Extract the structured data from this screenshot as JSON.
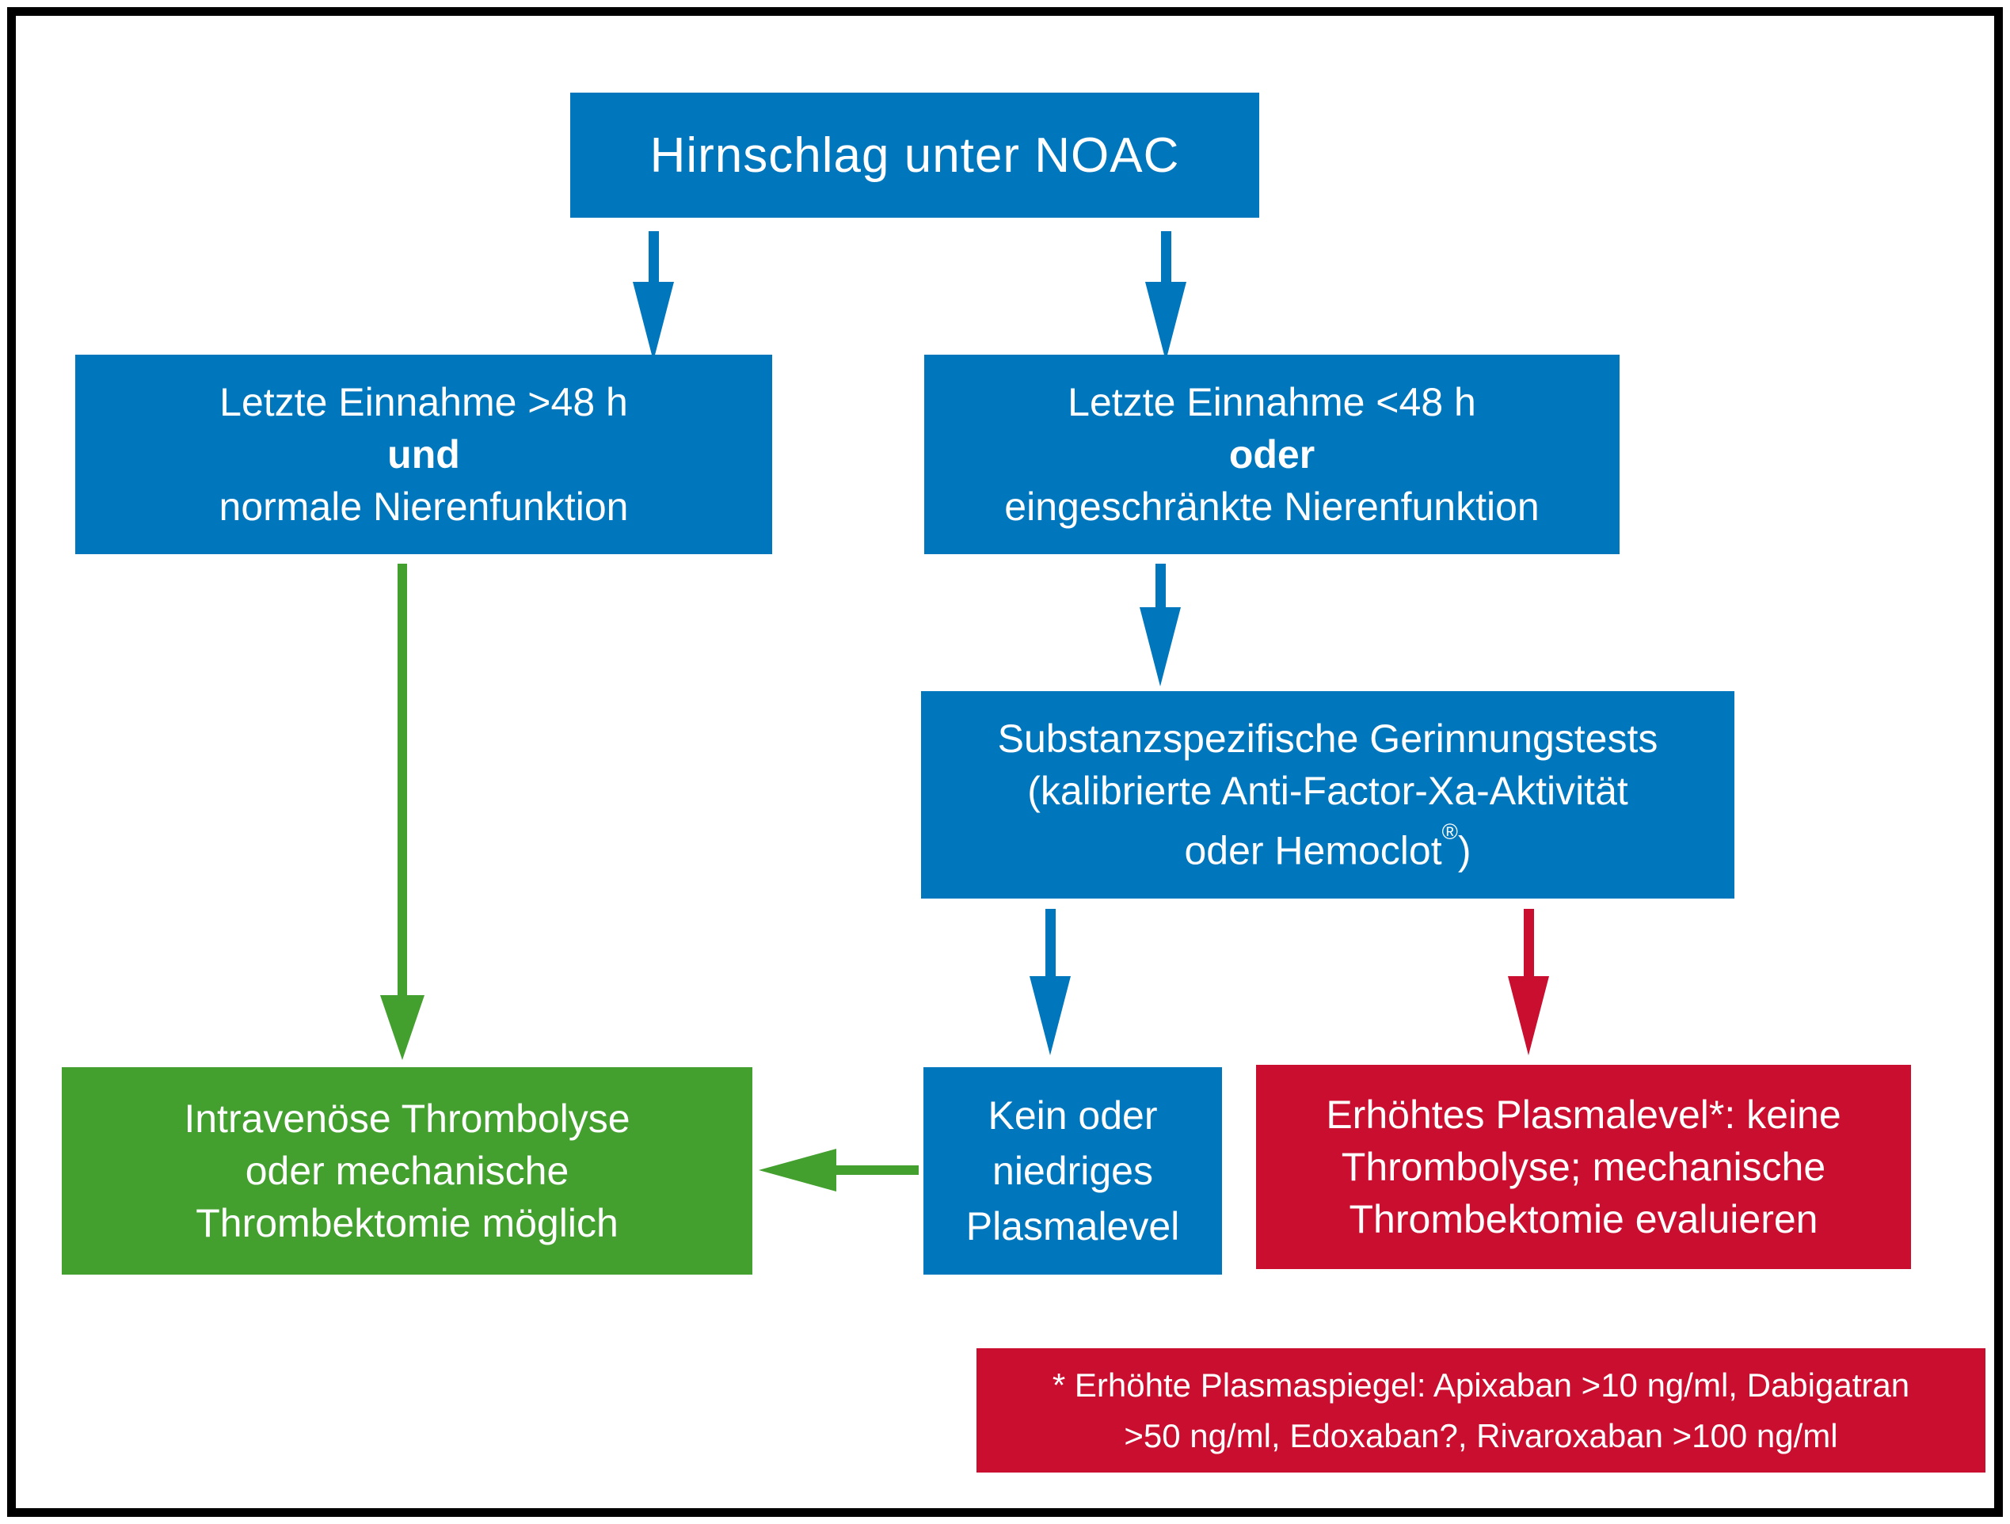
{
  "colors": {
    "blue": "#0077BD",
    "green": "#43A02E",
    "red": "#C90E2F",
    "text": "#FFFFFF",
    "border": "#000000",
    "background": "#FFFFFF"
  },
  "flowchart": {
    "title": {
      "text": "Hirnschlag unter NOAC"
    },
    "intake_over_48h": {
      "lines": [
        "Letzte Einnahme >48 h",
        "und",
        "normale Nierenfunktion"
      ]
    },
    "intake_under_48h": {
      "lines": [
        "Letzte Einnahme <48 h",
        "oder",
        "eingeschränkte Nierenfunktion"
      ]
    },
    "coagulation_tests": {
      "lines": [
        "Substanzspezifische Gerinnungstests",
        "(kalibrierte Anti-Factor-Xa-Aktivität"
      ],
      "line3_pre": "oder Hemoclot",
      "line3_sup": "®",
      "line3_post": ")"
    },
    "thrombolysis_possible": {
      "lines": [
        "Intravenöse Thrombolyse",
        "oder mechanische",
        "Thrombektomie möglich"
      ]
    },
    "low_plasma_level": {
      "lines": [
        "Kein oder",
        "niedriges",
        "Plasmalevel"
      ]
    },
    "high_plasma_level": {
      "lines": [
        "Erhöhtes Plasmalevel*: keine",
        "Thrombolyse; mechanische",
        "Thrombektomie evaluieren"
      ]
    },
    "footnote": {
      "lines": [
        "* Erhöhte Plasmaspiegel: Apixaban >10 ng/ml, Dabigatran",
        ">50 ng/ml, Edoxaban?, Rivaroxaban >100 ng/ml"
      ]
    }
  }
}
